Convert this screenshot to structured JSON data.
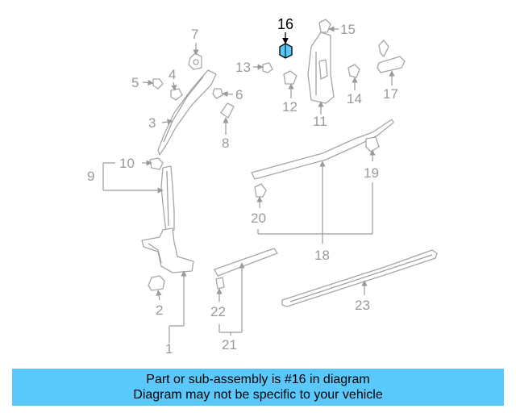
{
  "highlight_color": "#5ac8fa",
  "labels": {
    "n1": "1",
    "n2": "2",
    "n3": "3",
    "n4": "4",
    "n5": "5",
    "n6": "6",
    "n7": "7",
    "n8": "8",
    "n9": "9",
    "n10": "10",
    "n11": "11",
    "n12": "12",
    "n13": "13",
    "n14": "14",
    "n15": "15",
    "n16": "16",
    "n17": "17",
    "n18": "18",
    "n19": "19",
    "n20": "20",
    "n21": "21",
    "n22": "22",
    "n23": "23"
  },
  "footer": {
    "line1": "Part or sub-assembly is #16 in diagram",
    "line2": "Diagram may not be specific to your vehicle"
  }
}
